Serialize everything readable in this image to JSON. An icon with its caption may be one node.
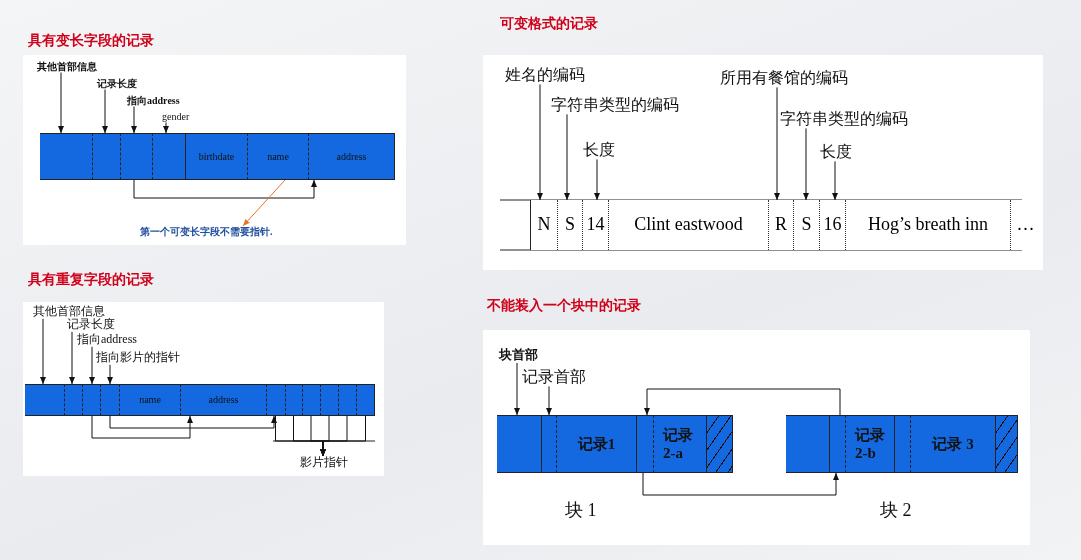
{
  "diagram": {
    "nodes": [
      {
        "text": [
          "其他首部信息"
        ]
      },
      {
        "text": [
          "记录长度"
        ]
      },
      {
        "text": [
          "指向address"
        ]
      },
      {
        "text": [
          "gender"
        ]
      },
      {
        "text": [],
        "shape": "box"
      },
      {
        "text": [],
        "shape": "box"
      },
      {
        "text": [],
        "shape": "box"
      },
      {
        "text": [],
        "shape": "box"
      },
      {
        "text": [
          "birthdate"
        ]
      },
      {
        "text": [
          "name"
        ]
      },
      {
        "text": [
          "address"
        ]
      },
      {
        "text": [
          "第一个可变长字段不需要指针."
        ]
      },
      {
        "text": [
          "其他首部信息"
        ]
      },
      {
        "text": [
          "记录长度"
        ]
      },
      {
        "text": [
          "指向address"
        ]
      },
      {
        "text": [
          "指向影片的指针"
        ]
      },
      {
        "text": [],
        "shape": "box"
      },
      {
        "text": [],
        "shape": "box"
      },
      {
        "text": [],
        "shape": "box"
      },
      {
        "text": [],
        "shape": "box"
      },
      {
        "text": [
          "name"
        ]
      },
      {
        "text": [
          "address"
        ]
      },
      {
        "text": [],
        "shape": "box"
      },
      {
        "text": [],
        "shape": "box"
      },
      {
        "text": [],
        "shape": "box"
      },
      {
        "text": [],
        "shape": "box"
      },
      {
        "text": [],
        "shape": "box"
      },
      {
        "text": [],
        "shape": "box"
      },
      {
        "text": [
          "影片指针"
        ]
      },
      {
        "text": [
          "姓名的编码"
        ]
      },
      {
        "text": [
          "字符串类型的编码"
        ]
      },
      {
        "text": [
          "长度"
        ]
      },
      {
        "text": [
          "所用有餐馆的编码"
        ]
      },
      {
        "text": [
          "字符串类型的编码"
        ]
      },
      {
        "text": [
          "长度"
        ]
      },
      {
        "text": [
          "N"
        ]
      },
      {
        "text": [
          "S"
        ]
      },
      {
        "text": [
          "14"
        ]
      },
      {
        "text": [
          "Clint eastwood"
        ]
      },
      {
        "text": [
          "R"
        ]
      },
      {
        "text": [
          "S"
        ]
      },
      {
        "text": [
          "16"
        ]
      },
      {
        "text": [
          "Hog’s breath inn"
        ]
      },
      {
        "text": [
          "…"
        ]
      },
      {
        "text": [
          "块首部"
        ]
      },
      {
        "text": [
          "记录首部"
        ]
      },
      {
        "text": [],
        "shape": "box"
      },
      {
        "text": [],
        "shape": "box"
      },
      {
        "text": [
          "记录1"
        ]
      },
      {
        "text": [],
        "shape": "box"
      },
      {
        "text": [
          "记录 2-a"
        ]
      },
      {
        "text": [],
        "shape": "box"
      },
      {
        "text": [],
        "shape": "box"
      },
      {
        "text": [],
        "shape": "box"
      },
      {
        "text": [
          "记录 2-b"
        ]
      },
      {
        "text": [],
        "shape": "box"
      },
      {
        "text": [
          "记录 3"
        ]
      },
      {
        "text": [],
        "shape": "box"
      }
    ],
    "edges": [
      {
        "from": 0,
        "to": 4,
        "arrow": "to"
      },
      {
        "from": 1,
        "to": 5,
        "arrow": "to"
      },
      {
        "from": 2,
        "to": 6,
        "arrow": "to"
      },
      {
        "from": 3,
        "to": 7,
        "arrow": "to"
      },
      {
        "from": 6,
        "to": 10,
        "arrow": "to"
      },
      {
        "from": 9,
        "to": 11,
        "arrow": "to",
        "color": "#e8742a"
      },
      {
        "from": 12,
        "to": 16,
        "arrow": "to"
      },
      {
        "from": 13,
        "to": 17,
        "arrow": "to"
      },
      {
        "from": 14,
        "to": 18,
        "arrow": "to"
      },
      {
        "from": 15,
        "to": 19,
        "arrow": "to"
      },
      {
        "from": 18,
        "to": 21,
        "arrow": "to"
      },
      {
        "from": 19,
        "to": 22,
        "arrow": "to"
      },
      {
        "from": 22,
        "to": 28,
        "arrow": "to"
      },
      {
        "from": 23,
        "to": 28,
        "arrow": "to"
      },
      {
        "from": 24,
        "to": 28,
        "arrow": "to"
      },
      {
        "from": 25,
        "to": 28,
        "arrow": "to"
      },
      {
        "from": 26,
        "to": 28,
        "arrow": "to"
      },
      {
        "from": 27,
        "to": 28,
        "arrow": "to"
      },
      {
        "from": 29,
        "to": 35,
        "arrow": "to"
      },
      {
        "from": 30,
        "to": 36,
        "arrow": "to"
      },
      {
        "from": 31,
        "to": 37,
        "arrow": "to"
      },
      {
        "from": 32,
        "to": 39,
        "arrow": "to"
      },
      {
        "from": 33,
        "to": 40,
        "arrow": "to"
      },
      {
        "from": 34,
        "to": 41,
        "arrow": "to"
      },
      {
        "from": 44,
        "to": 46,
        "arrow": "to"
      },
      {
        "from": 45,
        "to": 47,
        "arrow": "to"
      },
      {
        "from": 49,
        "to": 53,
        "arrow": "to"
      },
      {
        "from": 53,
        "to": 49,
        "arrow": "to"
      }
    ],
    "labels": [
      "具有变长字段的记录",
      "具有重复字段的记录",
      "可变格式的记录",
      "不能装入一个块中的记录",
      "块 1",
      "块 2"
    ]
  }
}
